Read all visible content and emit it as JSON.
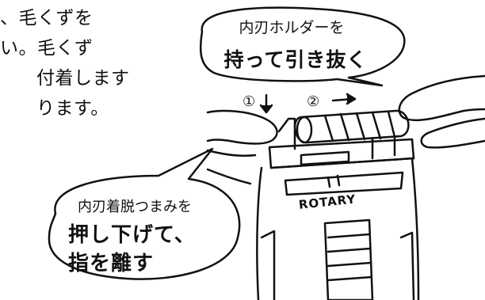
{
  "paragraph": {
    "lines": [
      "、毛くずを",
      "い。毛くず",
      "付着します",
      "ります。"
    ]
  },
  "callout_top": {
    "small": "内刃ホルダーを",
    "big": "持って引き抜く"
  },
  "callout_bottom": {
    "small": "内刃着脱つまみを",
    "big_line1": "押し下げて、",
    "big_line2": "指を離す"
  },
  "steps": {
    "step1": "①",
    "step2": "②"
  },
  "device": {
    "brand": "ROTARY"
  },
  "colors": {
    "ink": "#111111",
    "paper": "#ffffff"
  }
}
